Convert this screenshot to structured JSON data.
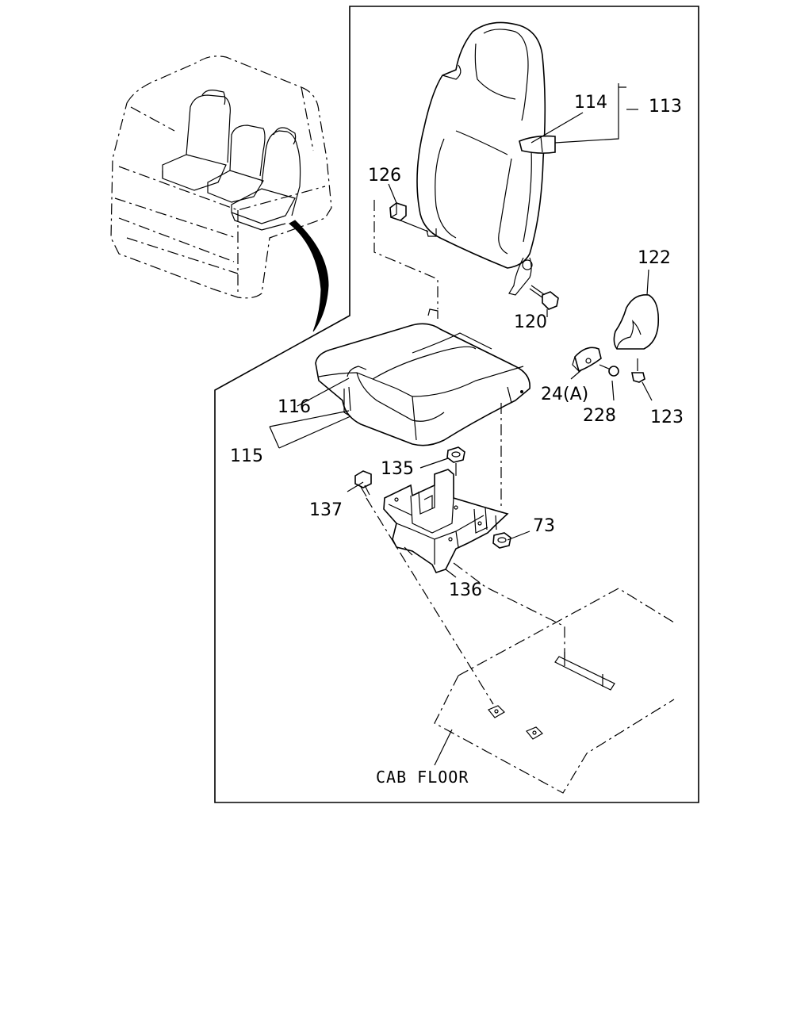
{
  "labels": {
    "p113": "113",
    "p114": "114",
    "p126": "126",
    "p120": "120",
    "p122": "122",
    "p24a": "24(A)",
    "p228": "228",
    "p123": "123",
    "p116": "116",
    "p115": "115",
    "p135": "135",
    "p137": "137",
    "p73": "73",
    "p136": "136",
    "cab_floor": "CAB FLOOR"
  }
}
